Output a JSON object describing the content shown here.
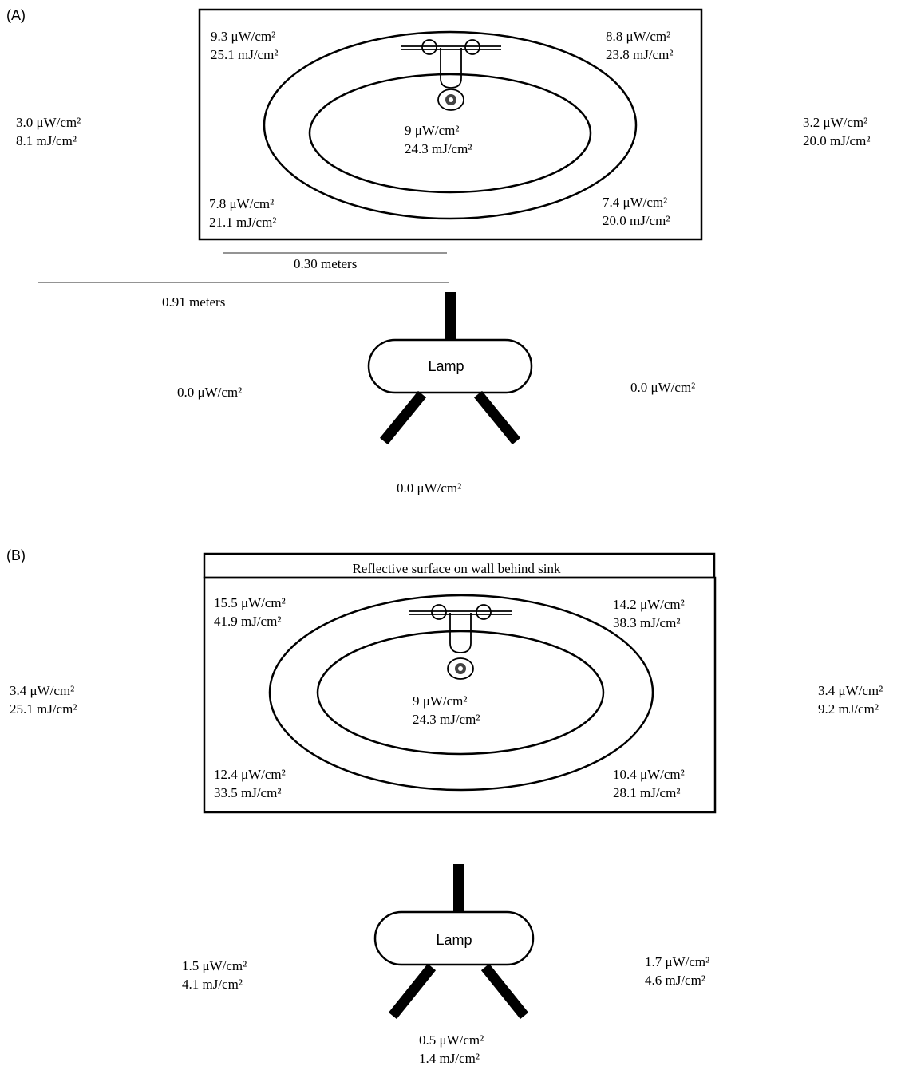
{
  "panelA": {
    "label": "(A)",
    "sink_top_left": {
      "irr": "9.3 μW/cm²",
      "dose": "25.1 mJ/cm²"
    },
    "sink_top_right": {
      "irr": "8.8 μW/cm²",
      "dose": "23.8 mJ/cm²"
    },
    "sink_center": {
      "irr": "9 μW/cm²",
      "dose": "24.3 mJ/cm²"
    },
    "sink_bottom_left": {
      "irr": "7.8 μW/cm²",
      "dose": "21.1 mJ/cm²"
    },
    "sink_bottom_right": {
      "irr": "7.4 μW/cm²",
      "dose": "20.0 mJ/cm²"
    },
    "outside_left": {
      "irr": "3.0 μW/cm²",
      "dose": "8.1 mJ/cm²"
    },
    "outside_right": {
      "irr": "3.2 μW/cm²",
      "dose": "20.0 mJ/cm²"
    },
    "scale_short": "0.30 meters",
    "scale_long": "0.91 meters",
    "lamp_label": "Lamp",
    "lamp_left": "0.0 μW/cm²",
    "lamp_right": "0.0 μW/cm²",
    "lamp_bottom": "0.0 μW/cm²"
  },
  "panelB": {
    "label": "(B)",
    "reflective_label": "Reflective  surface on wall behind sink",
    "sink_top_left": {
      "irr": "15.5 μW/cm²",
      "dose": "41.9 mJ/cm²"
    },
    "sink_top_right": {
      "irr": "14.2 μW/cm²",
      "dose": "38.3 mJ/cm²"
    },
    "sink_center": {
      "irr": "9 μW/cm²",
      "dose": "24.3 mJ/cm²"
    },
    "sink_bottom_left": {
      "irr": "12.4 μW/cm²",
      "dose": "33.5 mJ/cm²"
    },
    "sink_bottom_right": {
      "irr": "10.4 μW/cm²",
      "dose": "28.1 mJ/cm²"
    },
    "outside_left": {
      "irr": "3.4 μW/cm²",
      "dose": "25.1 mJ/cm²"
    },
    "outside_right": {
      "irr": "3.4 μW/cm²",
      "dose": "9.2 mJ/cm²"
    },
    "lamp_label": "Lamp",
    "lamp_left": {
      "irr": "1.5 μW/cm²",
      "dose": "4.1 mJ/cm²"
    },
    "lamp_right": {
      "irr": "1.7 μW/cm²",
      "dose": "4.6 mJ/cm²"
    },
    "lamp_bottom": {
      "irr": "0.5 μW/cm²",
      "dose": "1.4 mJ/cm²"
    }
  }
}
